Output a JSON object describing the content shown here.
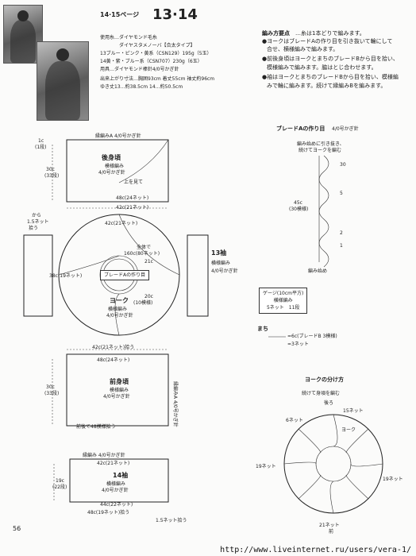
{
  "header": {
    "page_ref": "14·15ページ",
    "big_number": "13·14"
  },
  "spec_lines": [
    "使用糸…ダイヤモンド毛糸",
    "ダイヤスタメノーバ【合太タイプ】",
    "13ブルー・ピンク・黄系（CSN129）195g（5玉）",
    "14黄・紫・ブルー系（CSN707）230g（6玉）",
    "用具…ダイヤモンド棒針4/0号かぎ針",
    "出来上がり寸法…胸囲93cm 着丈55cm 袖丈約96cm",
    "ゆき丈13…約38.5cm 14…約50.5cm"
  ],
  "instructions": {
    "title": "編み方要点",
    "intro": "…糸は1本どりで編みます。",
    "bullets": [
      "●ヨークはブレードAの作り目を引き抜いて輪にして",
      "合せ、横様編みで編みます。",
      "●前後身頃はヨークとまちのブレードBから目を拾い、",
      "模様編みで編みます。脇はとじ合わせます。",
      "●袖はヨークとまちのブレードBから目を拾い、模様編",
      "みで輪に編みます。続けて縁編みBを編みます。"
    ]
  },
  "schematic": {
    "back": {
      "title": "後身頃",
      "stitch": "模様編み",
      "hook": "4/0号かぎ針"
    },
    "front": {
      "title": "前身頃",
      "stitch": "模様編み",
      "hook": "4/0号かぎ針"
    },
    "yoke": {
      "title": "ヨーク",
      "stitch": "横様編み",
      "hook": "4/0号かぎ針"
    },
    "braid_center": "ブレードAの作り目",
    "sleeve13": {
      "title": "13袖",
      "stitch": "横様編み",
      "hook": "4/0号かぎ針"
    },
    "sleeve14": {
      "title": "14袖",
      "stitch": "横様編み",
      "hook": "4/0号かぎ針"
    },
    "labels": {
      "edge_a": "縁編みA 4/0号かぎ針",
      "edge_a2": "縁編みA 4/0号かぎ針",
      "upper_left": "上を見て",
      "w48": "48c(24ネット)",
      "w42a": "42c(21ネット)",
      "w42b": "42c(21ネット)",
      "w42c": "42c(21ネット)拾う",
      "w48b": "48c(24ネット)",
      "w21": "21c",
      "w38": "38c(19ネット)",
      "w1c": "1c",
      "w1r": "(1段)",
      "w30": "30c",
      "w33": "(33段)",
      "around": "全体で",
      "around2": "160c(80ネット)",
      "w20": "20c",
      "w10": "(10模様)",
      "pick": "拾う",
      "pick15": "1.5ネット",
      "from": "から",
      "front_pick": "前後で48模様拾う",
      "slv_edge": "縁編み 4/0号かぎ針",
      "slv42": "42c(21ネット)",
      "slv19": "19c",
      "slv22": "(22段)",
      "slv48": "48c(19ネット)拾う",
      "slv44": "44c(22ネット)",
      "slv_pick": "1.5ネット拾う"
    }
  },
  "braid_a": {
    "title": "ブレードAの作り目",
    "hook": "4/0号かぎ針",
    "note1": "編み始めに引き抜き、",
    "note2": "続けてヨークを編む",
    "size": "45c",
    "size2": "(30模様)",
    "end_note": "編み始め",
    "num30": "30",
    "num5": "5",
    "num2": "2",
    "num1": "1"
  },
  "gauge": {
    "title": "ゲージ(10cm平方)",
    "line1": "横様編み",
    "line2": "5ネット　11段"
  },
  "gusset": {
    "title": "まち",
    "formula": "=6c(ブレードB 3模様)",
    "formula2": "=3ネット"
  },
  "yoke_div": {
    "title": "ヨークの分け方",
    "top": "続けて身頃を編む",
    "back": "後ろ",
    "net15": "15ネット",
    "net6": "6ネット",
    "net19a": "19ネット",
    "net19b": "19ネット",
    "net21": "21ネット",
    "front": "前",
    "yoke": "ヨーク"
  },
  "footer": {
    "page_number": "56",
    "url": "http://www.liveinternet.ru/users/vera-1/"
  }
}
